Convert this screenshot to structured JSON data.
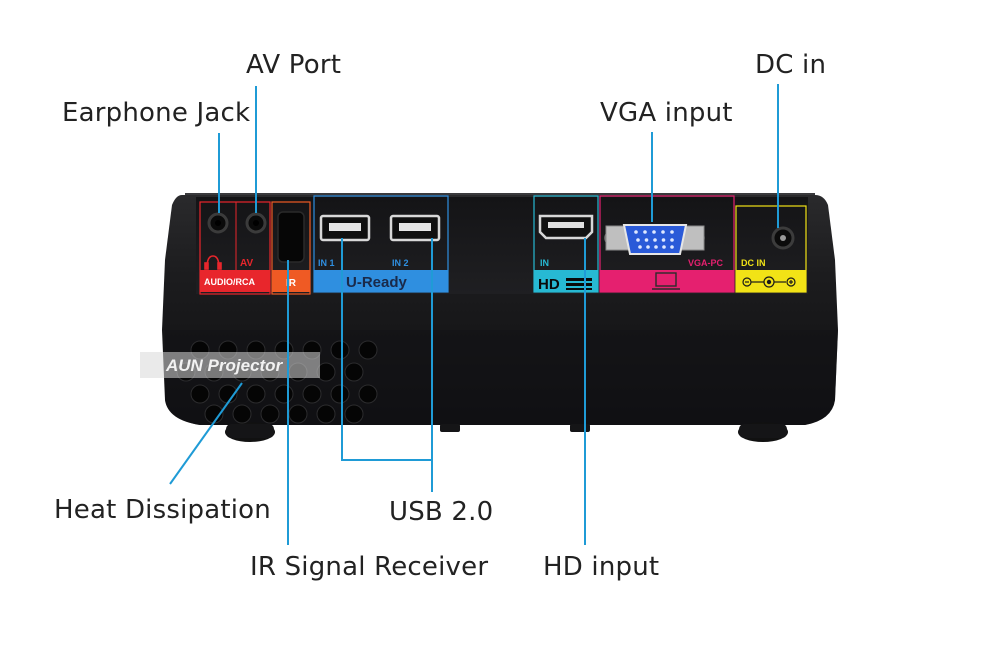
{
  "callouts": {
    "av_port": "AV Port",
    "earphone_jack": "Earphone Jack",
    "vga_input": "VGA input",
    "dc_in": "DC in",
    "heat_dissipation": "Heat Dissipation",
    "usb": "USB 2.0",
    "ir_receiver": "IR Signal Receiver",
    "hd_input": "HD input"
  },
  "panel": {
    "audio_rca": "AUDIO/RCA",
    "av": "AV",
    "ir": "IR",
    "in1": "IN 1",
    "in2": "IN 2",
    "u_ready": "U-Ready",
    "hdmi_in": "IN",
    "hd_logo": "HD",
    "vga_pc": "VGA-PC",
    "dc_in": "DC IN",
    "watermark": "AUN Projector"
  },
  "colors": {
    "callout_line": "#1f9bd6",
    "audio_red": "#e8262c",
    "ir_orange": "#ef5a24",
    "usb_blue": "#2f8fe0",
    "hdmi_cyan": "#27b9d3",
    "vga_pink": "#e5206f",
    "dc_yellow": "#f2e316",
    "body": "#1b1b1d"
  }
}
